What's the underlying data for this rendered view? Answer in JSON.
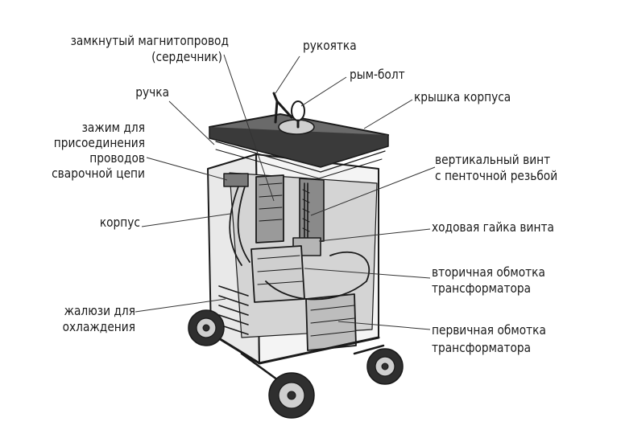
{
  "labels": {
    "core_line1": "замкнутый магнитопровод",
    "core_line2": "(сердечник)",
    "handle_top": "рукоятка",
    "eyebolt": "рым-болт",
    "cover": "крышка корпуса",
    "grip": "ручка",
    "clamp_line1": "зажим для",
    "clamp_line2": "присоединения",
    "clamp_line3": "проводов",
    "clamp_line4": "сварочной цепи",
    "screw_line1": "вертикальный винт",
    "screw_line2": "с пенточной резьбой",
    "housing": "корпус",
    "nut": "ходовая гайка винта",
    "secondary_line1": "вторичная обмотка",
    "secondary_line2": "трансформатора",
    "louvers_line1": "жалюзи для",
    "louvers_line2": "охлаждения",
    "primary_line1": "первичная обмотка",
    "primary_line2": "трансформатора"
  }
}
